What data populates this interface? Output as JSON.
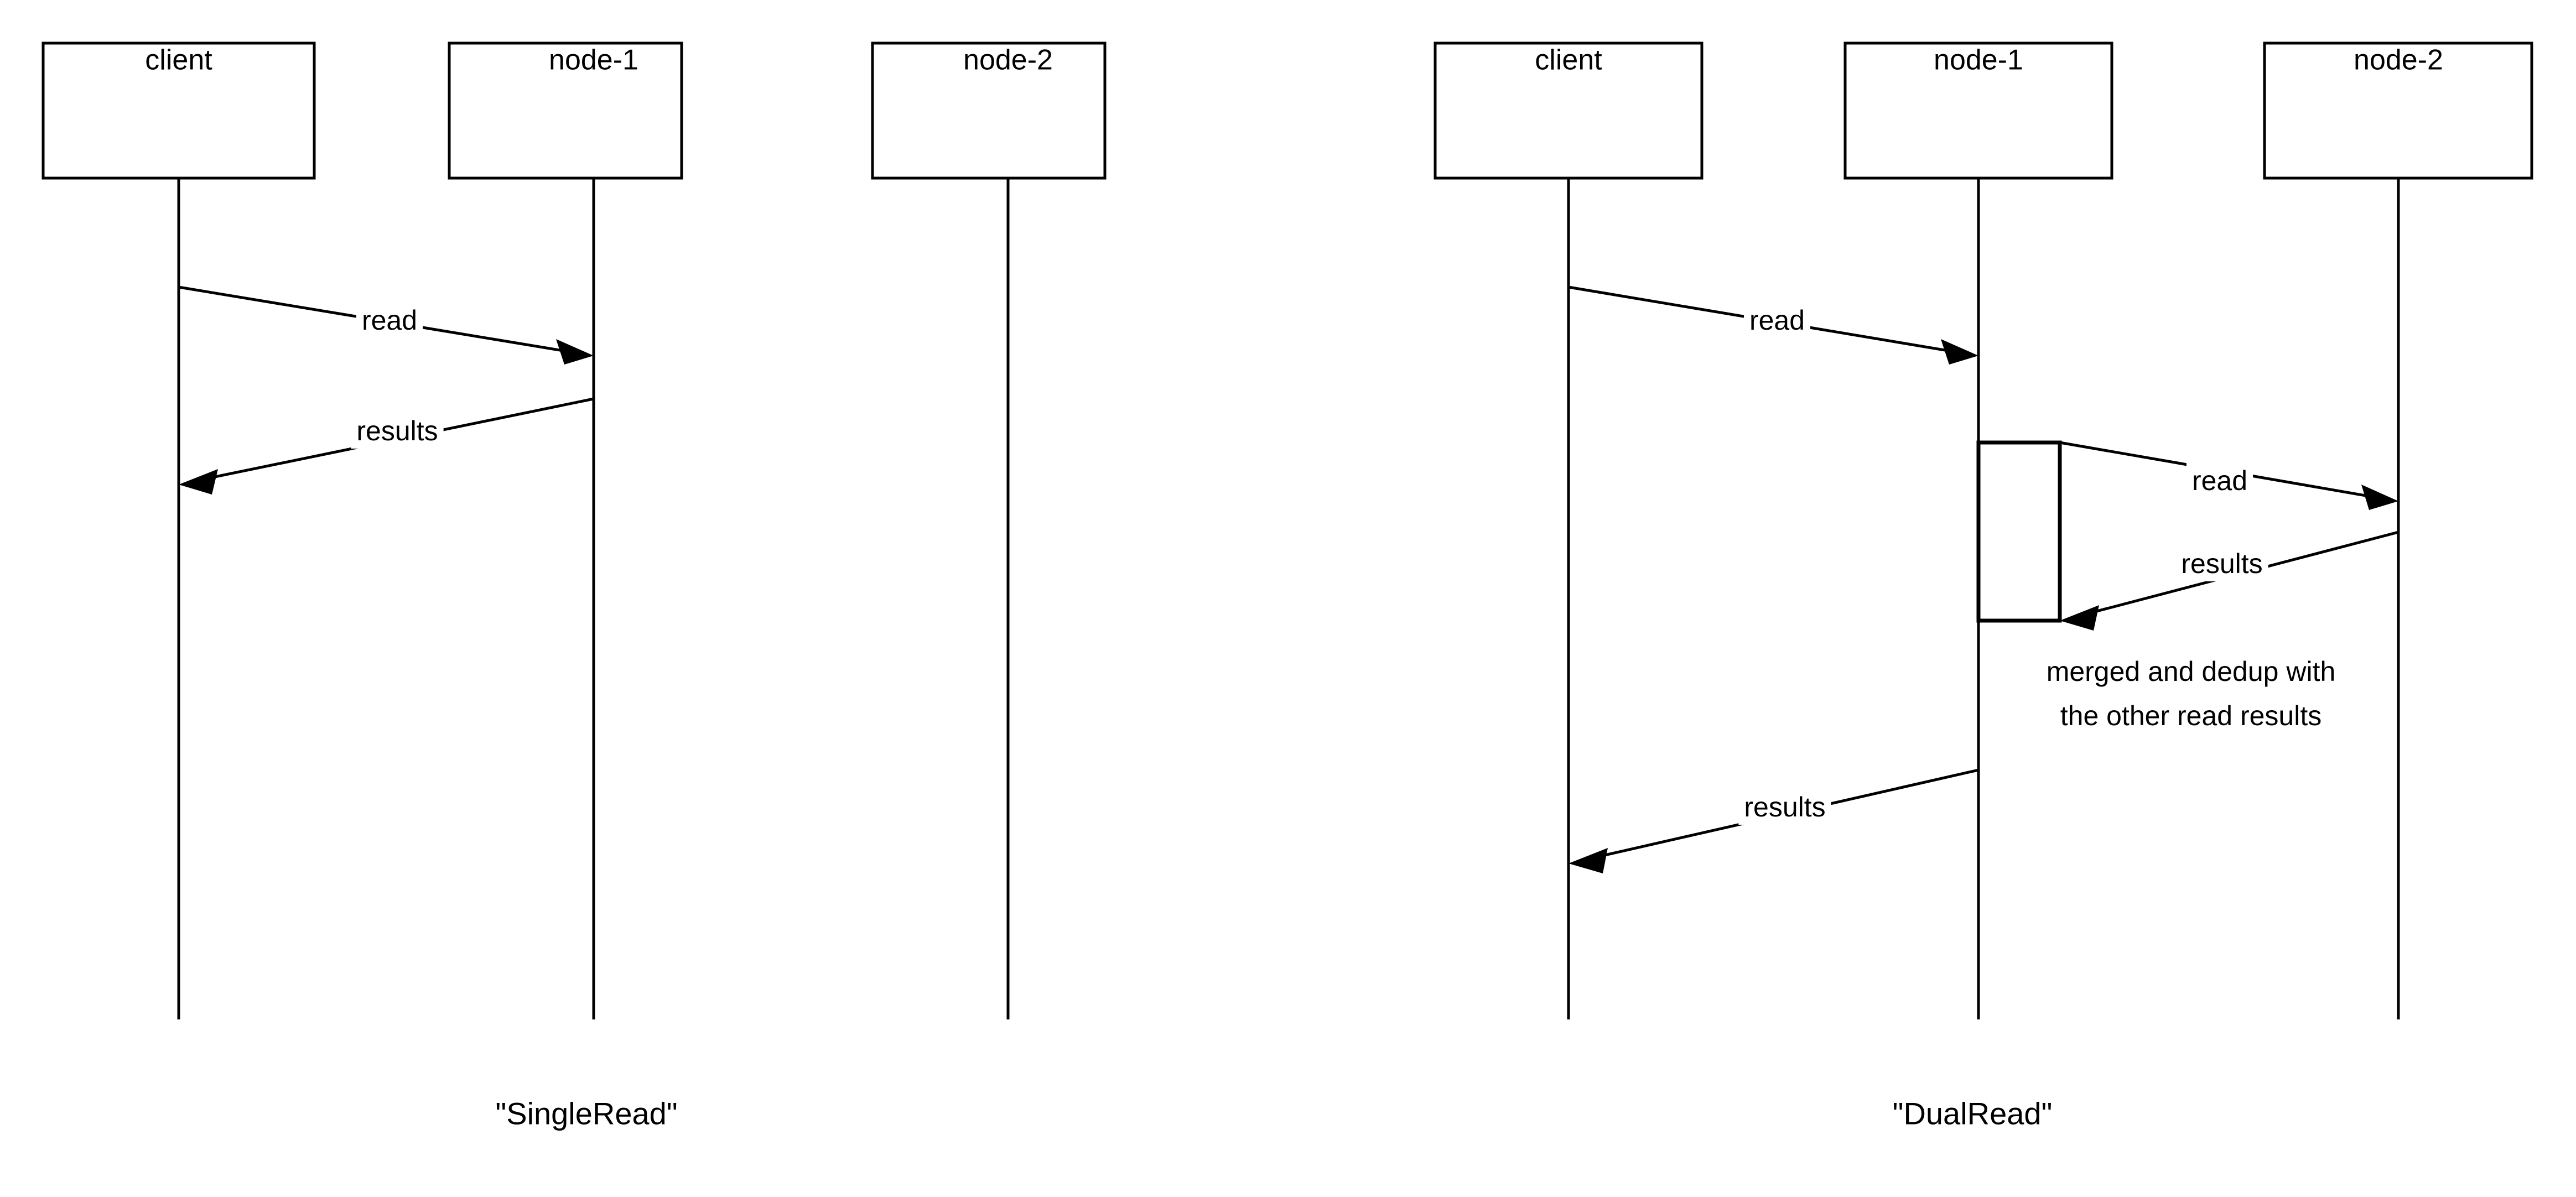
{
  "diagram": {
    "kind": "uml-sequence-diagram",
    "background_color": "#ffffff",
    "stroke_color": "#000000",
    "panels": [
      {
        "id": "single-read",
        "caption": "\"SingleRead\"",
        "participants": [
          {
            "id": "client",
            "label": "client"
          },
          {
            "id": "node-1",
            "label": "node-1"
          },
          {
            "id": "node-2",
            "label": "node-2"
          }
        ],
        "messages": [
          {
            "id": "m1",
            "label": "read",
            "from": "client",
            "to": "node-1",
            "direction": "right"
          },
          {
            "id": "m2",
            "label": "results",
            "from": "node-1",
            "to": "client",
            "direction": "left"
          }
        ],
        "activations": [],
        "notes": []
      },
      {
        "id": "dual-read",
        "caption": "\"DualRead\"",
        "participants": [
          {
            "id": "client",
            "label": "client"
          },
          {
            "id": "node-1",
            "label": "node-1"
          },
          {
            "id": "node-2",
            "label": "node-2"
          }
        ],
        "messages": [
          {
            "id": "m1",
            "label": "read",
            "from": "client",
            "to": "node-1",
            "direction": "right"
          },
          {
            "id": "m2",
            "label": "read",
            "from": "node-1",
            "to": "node-2",
            "direction": "right"
          },
          {
            "id": "m3",
            "label": "results",
            "from": "node-2",
            "to": "node-1",
            "direction": "left"
          },
          {
            "id": "m4",
            "label": "results",
            "from": "node-1",
            "to": "client",
            "direction": "left"
          }
        ],
        "activations": [
          {
            "id": "a1",
            "on": "node-1"
          }
        ],
        "notes": [
          {
            "id": "n1",
            "on": "node-1",
            "lines": [
              "merged and dedup with",
              "the other read results"
            ]
          }
        ]
      }
    ]
  }
}
